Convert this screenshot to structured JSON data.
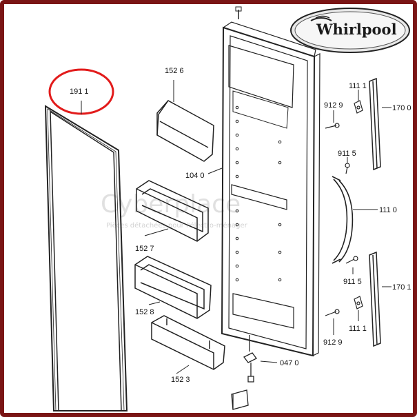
{
  "brand": {
    "logo_text": "Whirlpool"
  },
  "watermark": {
    "text": "Cyberplace",
    "subtext": "Pièces détachées pour l'électro-ménager"
  },
  "highlight_color": "#e21b1b",
  "frame_color": "#7a1515",
  "labels": {
    "p1911": "191 1",
    "p1526": "152 6",
    "p1040": "104 0",
    "p1527": "152 7",
    "p1528": "152 8",
    "p1523": "152 3",
    "p9129a": "912 9",
    "p1111a": "111 1",
    "p1700": "170 0",
    "p9115a": "911 5",
    "p1110": "111 0",
    "p9115b": "911 5",
    "p1701": "170 1",
    "p1111b": "111 1",
    "p9129b": "912 9",
    "p0470": "047 0"
  }
}
